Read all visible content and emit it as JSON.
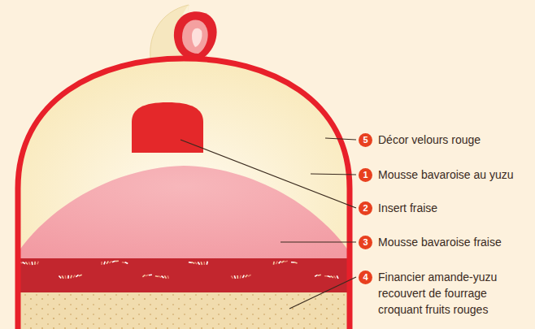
{
  "diagram": {
    "labels": [
      "5",
      "Décor velours rouge",
      "1",
      "Mousse bavaroise au yuzu",
      "2",
      "Insert fraise",
      "3",
      "Mousse bavaroise fraise",
      "4",
      "Financier amande-yuzu recouvert de fourrage croquant fruits rouges"
    ]
  }
}
